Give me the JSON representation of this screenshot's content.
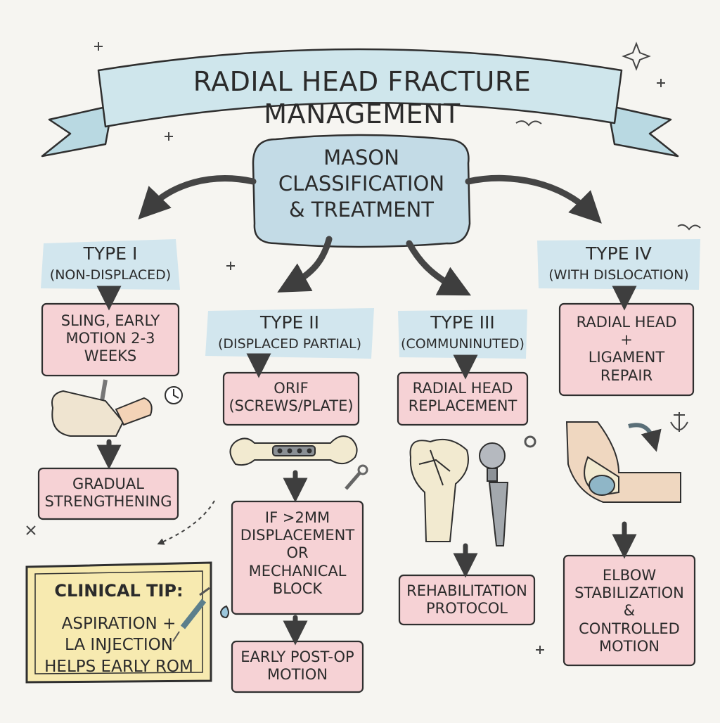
{
  "title": "RADIAL HEAD FRACTURE MANAGEMENT",
  "center": "MASON\nCLASSIFICATION\n& TREATMENT",
  "colors": {
    "background": "#f6f5f1",
    "banner": "#cfe6ec",
    "center_box": "#c3dbe6",
    "type_label_bg": "#d2e6ee",
    "step_box": "#f6d2d5",
    "tip_box": "#f7eab0",
    "arrow": "#4a4a4a",
    "outline": "#2f2f2f"
  },
  "types": [
    {
      "title": "TYPE I",
      "subtitle": "(NON-DISPLACED)",
      "steps": [
        "SLING, EARLY\nMOTION 2-3\nWEEKS",
        "GRADUAL\nSTRENGTHENING"
      ],
      "illustration": "arm-sling-icon"
    },
    {
      "title": "TYPE II",
      "subtitle": "(DISPLACED PARTIAL)",
      "steps": [
        "ORIF\n(SCREWS/PLATE)",
        "IF >2mm\nDISPLACEMENT\nOR\nMECHANICAL\nBLOCK",
        "EARLY POST-OP\nMOTION"
      ],
      "illustration": "bone-plate-icon"
    },
    {
      "title": "TYPE III",
      "subtitle": "(COMMUNINUTED)",
      "steps": [
        "RADIAL HEAD\nREPLACEMENT",
        "REHABILITATION\nPROTOCOL"
      ],
      "illustration": "prosthesis-icon"
    },
    {
      "title": "TYPE IV",
      "subtitle": "(WITH DISLOCATION)",
      "steps": [
        "RADIAL HEAD\n+\nLIGAMENT\nREPAIR",
        "ELBOW\nSTABILIZATION\n&\nCONTROLLED\nMOTION"
      ],
      "illustration": "elbow-joint-icon"
    }
  ],
  "tip": {
    "title": "CLINICAL TIP:",
    "body": "ASPIRATION +\nLA INJECTION\nHELPS EARLY ROM"
  }
}
